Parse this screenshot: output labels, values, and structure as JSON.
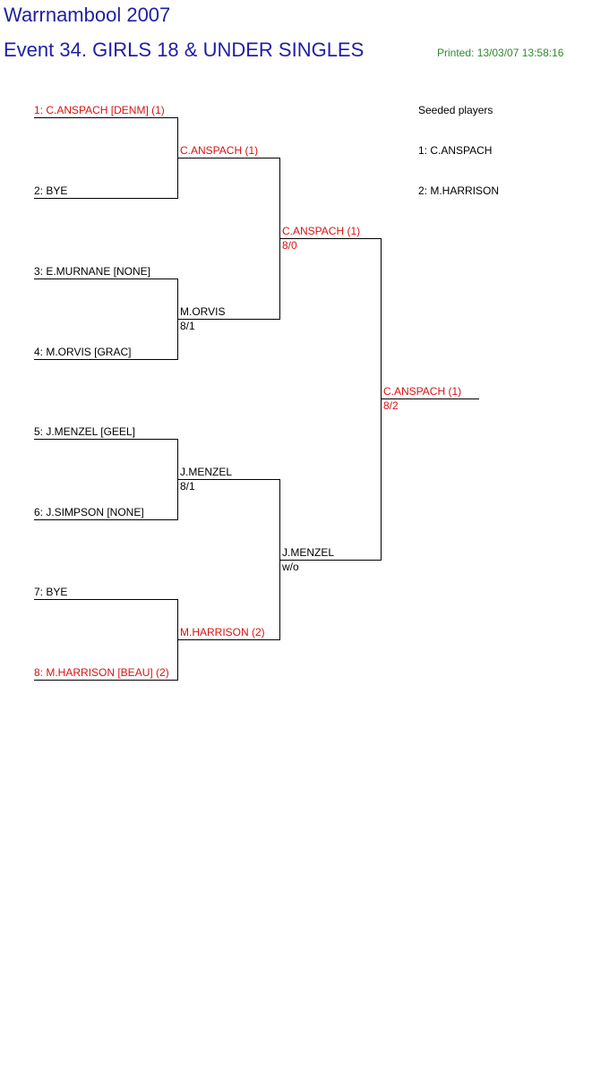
{
  "header": {
    "tournament": "Warrnambool 2007",
    "event": "Event 34. GIRLS 18 & UNDER SINGLES",
    "printed": "Printed: 13/03/07 13:58:16"
  },
  "round1": [
    {
      "label": "1: C.ANSPACH [DENM] (1)",
      "seeded": true
    },
    {
      "label": "2: BYE",
      "seeded": false
    },
    {
      "label": "3: E.MURNANE [NONE]",
      "seeded": false
    },
    {
      "label": "4: M.ORVIS [GRAC]",
      "seeded": false
    },
    {
      "label": "5: J.MENZEL [GEEL]",
      "seeded": false
    },
    {
      "label": "6: J.SIMPSON [NONE]",
      "seeded": false
    },
    {
      "label": "7: BYE",
      "seeded": false
    },
    {
      "label": "8: M.HARRISON [BEAU] (2)",
      "seeded": true
    }
  ],
  "round2": [
    {
      "name": "C.ANSPACH (1)",
      "score": "",
      "seeded": true
    },
    {
      "name": "M.ORVIS",
      "score": "8/1",
      "seeded": false
    },
    {
      "name": "J.MENZEL",
      "score": "8/1",
      "seeded": false
    },
    {
      "name": "M.HARRISON (2)",
      "score": "",
      "seeded": true
    }
  ],
  "semis": [
    {
      "name": "C.ANSPACH (1)",
      "score": "8/0",
      "seeded": true
    },
    {
      "name": "J.MENZEL",
      "score": "w/o",
      "seeded": false
    }
  ],
  "final": {
    "name": "C.ANSPACH (1)",
    "score": "8/2",
    "seeded": true
  },
  "seeds": {
    "title": "Seeded players",
    "list": [
      "1: C.ANSPACH",
      "2: M.HARRISON"
    ]
  },
  "colors": {
    "title": "#1f1fa3",
    "seeded": "#dd1111",
    "printed": "#2e8b2e"
  }
}
